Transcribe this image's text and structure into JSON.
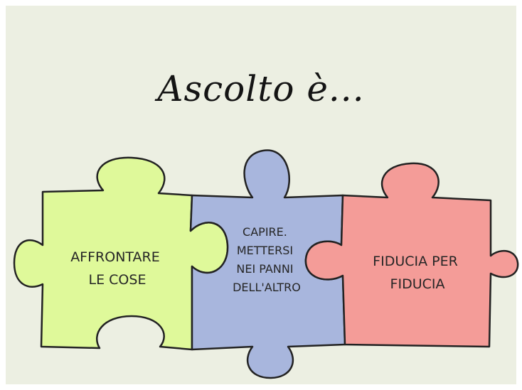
{
  "title": "Ascolto è...",
  "pieces": [
    {
      "id": "left",
      "color": "#dff99a",
      "lines": [
        "AFFRONTARE",
        "LE COSE"
      ]
    },
    {
      "id": "center",
      "color": "#a8b6dd",
      "lines": [
        "CAPIRE.",
        "METTERSI",
        "NEI PANNI",
        "DELL'ALTRO"
      ]
    },
    {
      "id": "right",
      "color": "#f49c98",
      "lines": [
        "FIDUCIA PER",
        "FIDUCIA"
      ]
    }
  ]
}
